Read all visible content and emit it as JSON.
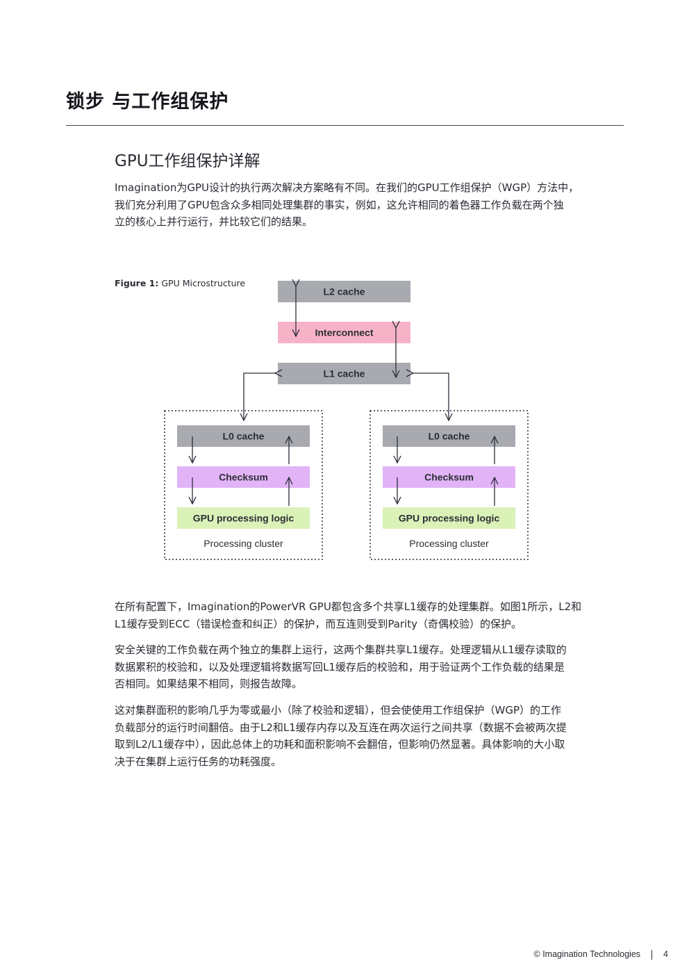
{
  "header": {
    "title": "锁步 与工作组保护"
  },
  "section": {
    "title": "GPU工作组保护详解",
    "intro_lines": [
      "Imagination为GPU设计的执行两次解决方案略有不同。在我们的GPU工作组保护（WGP）方法中，",
      "我们充分利用了GPU包含众多相同处理集群的事实，例如，这允许相同的着色器工作负载在两个独",
      "立的核心上并行运行，并比较它们的结果。"
    ]
  },
  "figure": {
    "caption_prefix": "Figure 1:",
    "caption_text": "GPU Microstructure",
    "boxes": {
      "l2": "L2 cache",
      "interconnect": "Interconnect",
      "l1": "L1 cache",
      "l0": "L0 cache",
      "checksum": "Checksum",
      "gpu_logic": "GPU processing logic"
    },
    "cluster_label": "Processing cluster",
    "colors": {
      "cache_gray": "#a8aab0",
      "interconnect_pink": "#f6b3c8",
      "checksum_purple": "#e2b4f7",
      "logic_green": "#daf2b8",
      "arrow": "#2b2d3a"
    }
  },
  "body_paragraphs": [
    {
      "lines": [
        "在所有配置下，Imagination的PowerVR GPU都包含多个共享L1缓存的处理集群。如图1所示，L2和",
        "L1缓存受到ECC（错误检查和纠正）的保护，而互连则受到Parity（奇偶校验）的保护。"
      ]
    },
    {
      "lines": [
        "安全关键的工作负载在两个独立的集群上运行，这两个集群共享L1缓存。处理逻辑从L1缓存读取的",
        "数据累积的校验和，以及处理逻辑将数据写回L1缓存后的校验和，用于验证两个工作负载的结果是",
        "否相同。如果结果不相同，则报告故障。"
      ]
    },
    {
      "lines": [
        "这对集群面积的影响几乎为零或最小（除了校验和逻辑），但会使使用工作组保护（WGP）的工作",
        "负载部分的运行时间翻倍。由于L2和L1缓存内存以及互连在两次运行之间共享（数据不会被两次提",
        "取到L2/L1缓存中），因此总体上的功耗和面积影响不会翻倍，但影响仍然显著。具体影响的大小取",
        "决于在集群上运行任务的功耗强度。"
      ]
    }
  ],
  "footer": {
    "copyright": "© Imagination Technologies",
    "page_number": "4"
  }
}
